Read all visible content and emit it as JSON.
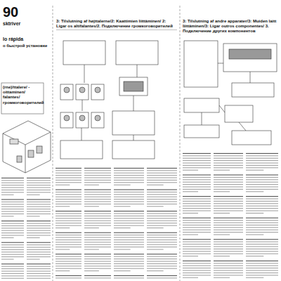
{
  "diagram": {
    "nodes": [
      {
        "text": [
          "3: Tilslutning af højttalerne/2: Kaattimien liittäminen/ 2: Ligar os altifalantes/2. Подключение громкоговорителей"
        ]
      },
      {
        "text": [
          "3: Tilslutning af andre apparater/3: Muiden laitt liittäminen/3: Ligar outros componentes/ 3. Подключение других компонентов"
        ]
      },
      {
        "text": [
          "(rne)/ttalere/ -oittaminen/ falantes/ громкоговорителей"
        ]
      }
    ],
    "labels": [
      "90",
      "sktriver",
      "lo rápida",
      "о быстрой установке"
    ]
  }
}
